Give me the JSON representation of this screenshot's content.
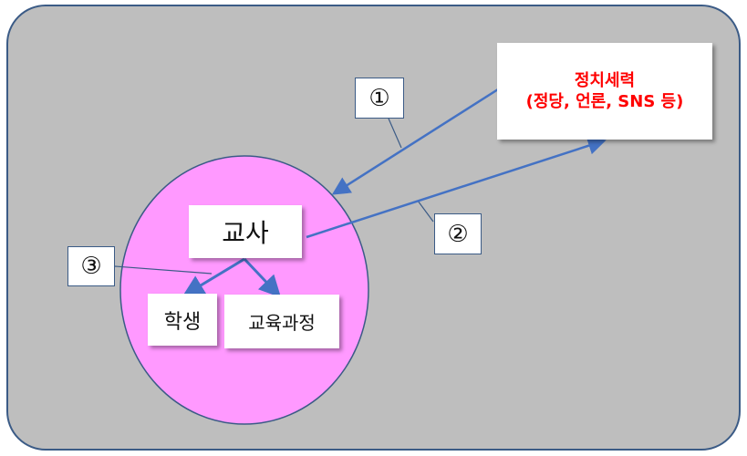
{
  "colors": {
    "background_panel": "#bebebe",
    "panel_border": "#3b5b86",
    "circle_fill": "#ff99ff",
    "arrow": "#4472c4",
    "political_text": "#ff0000"
  },
  "nodes": {
    "political_forces": {
      "line1": "정치세력",
      "line2": "(정당, 언론, SNS 등)"
    },
    "teacher": "교사",
    "student": "학생",
    "curriculum": "교육과정"
  },
  "markers": {
    "one": "①",
    "two": "②",
    "three": "③"
  }
}
